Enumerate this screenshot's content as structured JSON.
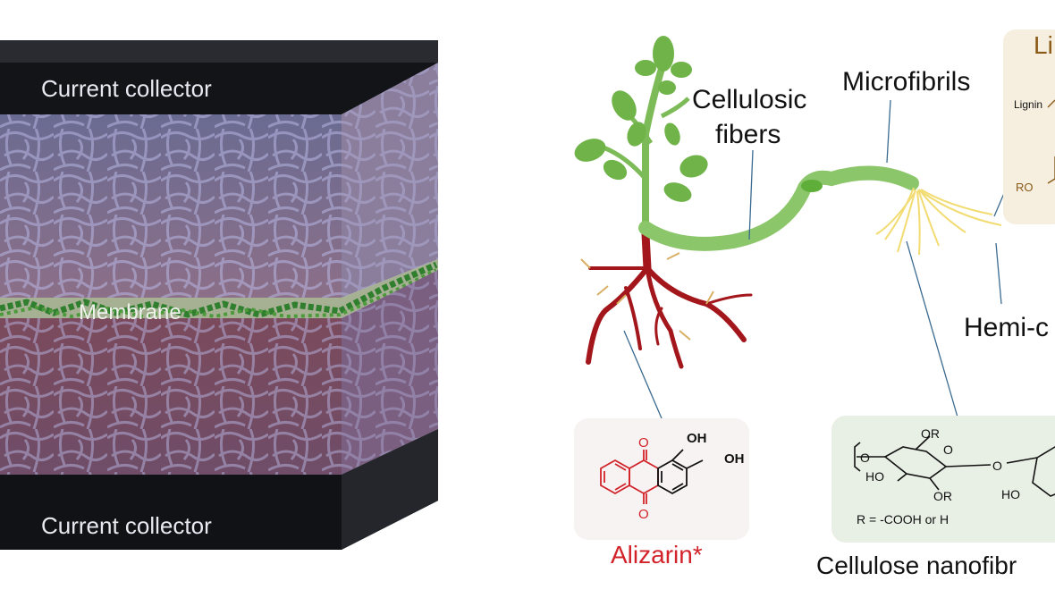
{
  "battery": {
    "top_collector_label": "Current collector",
    "membrane_label": "Membrane",
    "bottom_collector_label": "Current collector"
  },
  "plant": {
    "cellulosic_fibers_label": [
      "Cellulosic",
      "fibers"
    ],
    "microfibrils_label": "Microfibrils",
    "hemicellulose_label": "Hemi-c",
    "lignin_title": "Li",
    "lignin_label": "Lignin",
    "ro_label": "RO"
  },
  "alizarin": {
    "name": "Alizarin*",
    "oh1": "OH",
    "oh2": "OH",
    "o_top": "O",
    "o_bottom": "O"
  },
  "cellulose": {
    "name": "Cellulose nanofibr",
    "r_definition": "R = -COOH or H",
    "or_top": "OR",
    "or_bottom": "OR",
    "ho_left": "HO",
    "ho_right": "HO",
    "ring_o": "O",
    "link_o": "O",
    "left_o": "O"
  },
  "colors": {
    "collector": "#121418",
    "electrode": "#6e4f63",
    "membrane": "#2f7f2f",
    "plant_green": "#8cc66a",
    "root_red": "#a3171c",
    "alizarin_red": "#d2232a",
    "lignin_brown": "#8a5a16",
    "microfibril_yellow": "#f2dc72",
    "cellulose_box": "#e8efe5"
  }
}
